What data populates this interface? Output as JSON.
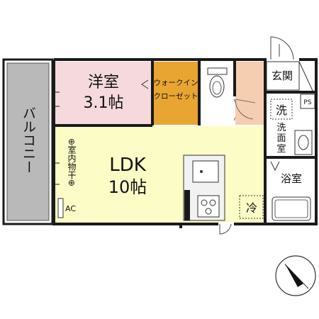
{
  "rooms": {
    "bedroom": {
      "name": "洋室",
      "size": "3.1帖"
    },
    "closet": {
      "line1": "ウォークイン",
      "line2": "クローゼット"
    },
    "ldk": {
      "name": "LDK",
      "size": "10帖"
    },
    "balcony": {
      "name": "バルコニー"
    },
    "entrance": {
      "name": "玄関"
    },
    "washroom": {
      "line1": "洗",
      "line2": "面",
      "line3": "室"
    },
    "bathroom": {
      "name": "浴室"
    }
  },
  "fixtures": {
    "washer": "洗",
    "ps": "PS",
    "fridge": "冷",
    "ac": "AC",
    "drying_rack": "⊕室内物干⊕"
  },
  "colors": {
    "bedroom": "#f6d9dd",
    "closet": "#e8a532",
    "ldk": "#fcfcc6",
    "entrance_hall": "#f5cdb0",
    "balcony": "#b9b9b9",
    "wall": "#1a1a1a",
    "fixture": "#f2f2f2"
  },
  "icons": {
    "compass": "north-arrow-icon"
  }
}
